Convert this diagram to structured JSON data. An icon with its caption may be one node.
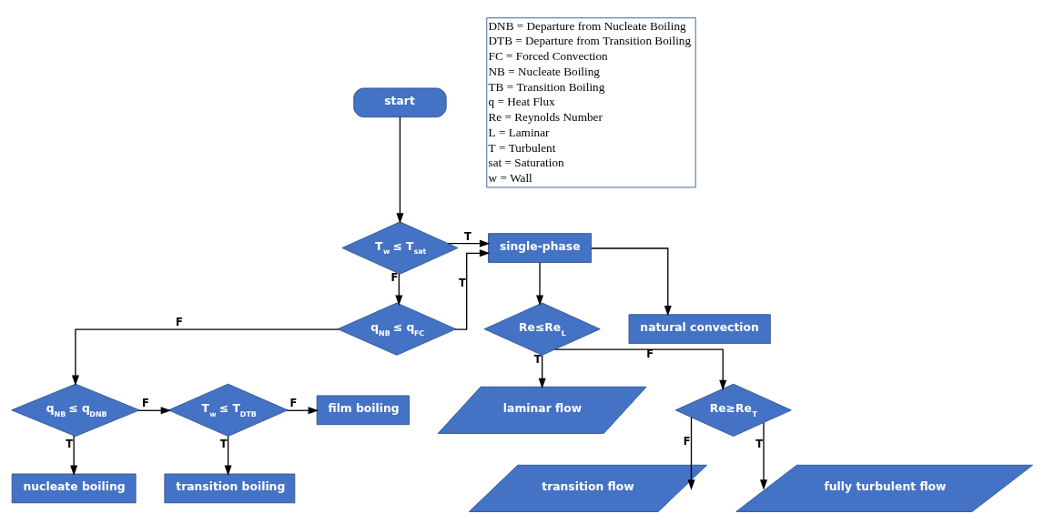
{
  "diagram": {
    "nodes": [
      {
        "text": [
          "start"
        ]
      },
      {
        "text": [
          "T$_{w}$ ≤ T$_{sat}$"
        ]
      },
      {
        "text": [
          "single-phase"
        ]
      },
      {
        "text": [
          "q$_{NB}$ ≤ q$_{FC}$"
        ]
      },
      {
        "text": [
          "Re≤Re$_{L}$"
        ]
      },
      {
        "text": [
          "laminar flow"
        ]
      },
      {
        "text": [
          "Re≥Re$_{T}$"
        ]
      },
      {
        "text": [
          "transition flow"
        ]
      },
      {
        "text": [
          "fully turbulent flow"
        ]
      },
      {
        "text": [
          "natural convection"
        ]
      },
      {
        "text": [
          "q$_{NB}$ ≤ q$_{DNB}$"
        ]
      },
      {
        "text": [
          "T$_{w}$ ≤ T$_{DTB}$"
        ]
      },
      {
        "text": [
          "film boiling"
        ]
      },
      {
        "text": [
          "nucleate boiling"
        ]
      },
      {
        "text": [
          "transition boiling"
        ]
      }
    ],
    "edges": [
      {
        "from": 0,
        "to": 1,
        "arrow": "to"
      },
      {
        "from": 1,
        "to": 2,
        "arrow": "to",
        "label": "T"
      },
      {
        "from": 1,
        "to": 3,
        "arrow": "to",
        "label": "F"
      },
      {
        "from": 3,
        "to": 2,
        "arrow": "to",
        "label": "T"
      },
      {
        "from": 3,
        "to": 10,
        "arrow": "to",
        "label": "F"
      },
      {
        "from": 2,
        "to": 4,
        "arrow": "to"
      },
      {
        "from": 2,
        "to": 9,
        "arrow": "to"
      },
      {
        "from": 4,
        "to": 5,
        "arrow": "to",
        "label": "T"
      },
      {
        "from": 4,
        "to": 6,
        "arrow": "to",
        "label": "F"
      },
      {
        "from": 6,
        "to": 7,
        "arrow": "to",
        "label": "F"
      },
      {
        "from": 6,
        "to": 8,
        "arrow": "to",
        "label": "T"
      },
      {
        "from": 10,
        "to": 11,
        "arrow": "to",
        "label": "F"
      },
      {
        "from": 10,
        "to": 13,
        "arrow": "to",
        "label": "T"
      },
      {
        "from": 11,
        "to": 12,
        "arrow": "to",
        "label": "F"
      },
      {
        "from": 11,
        "to": 14,
        "arrow": "to",
        "label": "T"
      }
    ],
    "labels": [
      "DNB = Departure from Nucleate Boiling",
      "DTB = Departure from Transition Boiling",
      "FC = Forced Convection",
      "NB = Nucleate Boiling",
      "TB = Transition Boiling",
      "q = Heat Flux",
      "Re = Reynolds Number",
      "L = Laminar",
      "T = Turbulent",
      "sat = Saturation",
      "w = Wall"
    ]
  }
}
